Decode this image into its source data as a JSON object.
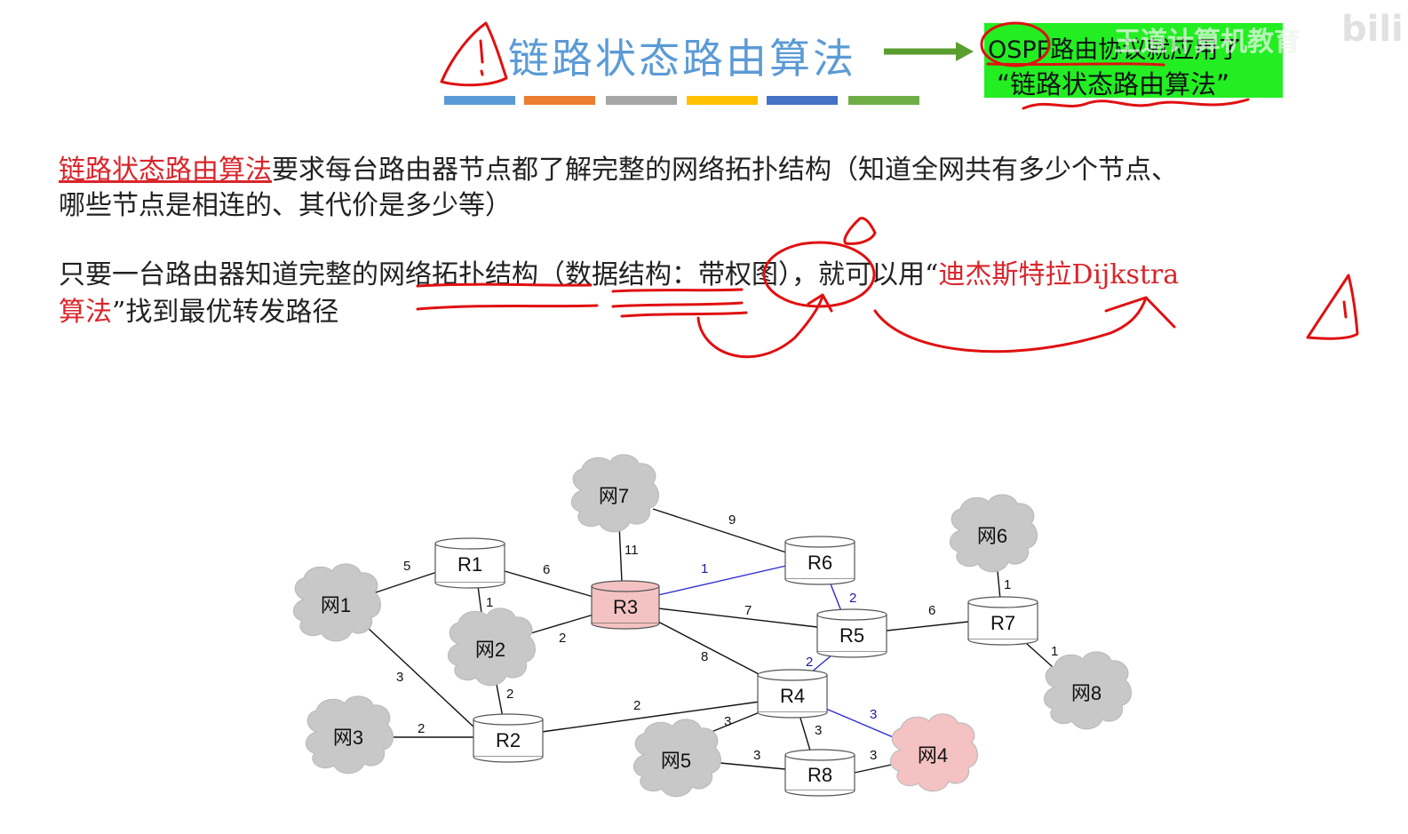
{
  "header": {
    "title": "链路状态路由算法",
    "note_line1": "OSPF路由协议就应用了",
    "note_line2": "“链路状态路由算法”",
    "watermark": "王道计算机教育",
    "watermark_logo": "bili",
    "colors": {
      "title": "#5b9bd5",
      "note_bg": "#22ee22",
      "arrow": "#5a9e2f"
    }
  },
  "paragraph1": {
    "term": "链路状态路由算法",
    "line1_rest": "要求每台路由器节点都了解完整的网络拓扑结构（知道全网共有多少个节点、",
    "line2": "哪些节点是相连的、其代价是多少等）"
  },
  "paragraph2": {
    "line1_a": "只要一台路由器知道完整的网络拓扑结构（数据结构：带权图），就可以用“",
    "line1_red": "迪杰斯特拉Dijkstra",
    "line2_red": "算法",
    "line2_rest": "”找到最优转发路径"
  },
  "graph": {
    "routers": [
      "R1",
      "R2",
      "R3",
      "R4",
      "R5",
      "R6",
      "R7",
      "R8"
    ],
    "networks": [
      "网1",
      "网2",
      "网3",
      "网4",
      "网5",
      "网6",
      "网7",
      "网8"
    ],
    "highlight": {
      "router": "R3",
      "network": "网4",
      "color": "#f4c2c2"
    },
    "weights": {
      "net7_r6": "9",
      "net7_r3": "11",
      "net1_r1": "5",
      "r1_r3": "6",
      "r1_net2": "1",
      "r3_r6": "1",
      "r6_r5": "2",
      "r3_r5": "7",
      "r5_r7": "6",
      "net6_r7": "1",
      "r7_net8": "1",
      "net2_r3": "2",
      "net1_r2": "3",
      "net2_r2": "2",
      "r3_r4": "8",
      "r5_r4": "2",
      "r2_r4": "2",
      "net3_r2": "2",
      "r4_net4": "3",
      "net5_r4": "3",
      "r4_r8": "3",
      "net5_r8": "3",
      "r8_net4": "3"
    }
  }
}
